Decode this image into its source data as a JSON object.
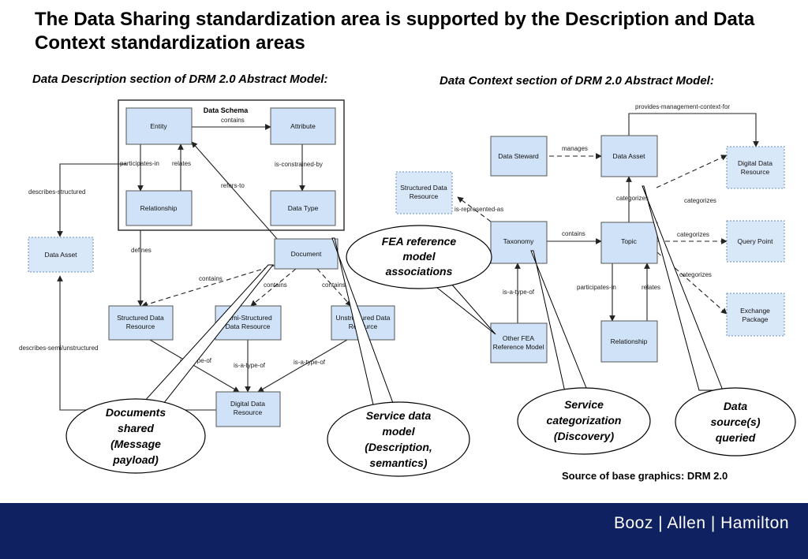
{
  "title": "The Data Sharing standardization area is supported by the Description and Data Context standardization areas",
  "left_subtitle": "Data Description section of DRM 2.0 Abstract Model:",
  "right_subtitle": "Data Context section of DRM 2.0 Abstract Model:",
  "source_note": "Source of base graphics: DRM 2.0",
  "footer": {
    "logo": "Booz | Allen | Hamilton"
  },
  "left_diagram": {
    "schema_label": "Data Schema",
    "nodes": {
      "entity": "Entity",
      "attribute": "Attribute",
      "relationship": "Relationship",
      "data_type": "Data Type",
      "data_asset": "Data Asset",
      "document": "Document",
      "structured": [
        "Structured Data",
        "Resource"
      ],
      "semi_structured": [
        "Semi-Structured",
        "Data Resource"
      ],
      "unstructured": [
        "Unstructured Data",
        "Resource"
      ],
      "digital": [
        "Digital Data",
        "Resource"
      ]
    },
    "edges": {
      "contains": "contains",
      "participates_in": "participates-in",
      "relates": "relates",
      "is_constrained_by": "is-constrained-by",
      "refers_to": "refers-to",
      "describes_structured": "describes-structured",
      "defines": "defines",
      "describes_semi": "describes-semi/unstructured",
      "is_a_type_of": "is-a-type-of"
    }
  },
  "right_diagram": {
    "nodes": {
      "data_steward": "Data Steward",
      "data_asset": "Data Asset",
      "digital": [
        "Digital Data",
        "Resource"
      ],
      "structured": [
        "Structured Data",
        "Resource"
      ],
      "taxonomy": "Taxonomy",
      "topic": "Topic",
      "query_point": "Query Point",
      "exchange": [
        "Exchange",
        "Package"
      ],
      "other_fea": [
        "Other FEA",
        "Reference Model"
      ],
      "relationship": "Relationship"
    },
    "edges": {
      "provides": "provides-management-context-for",
      "manages": "manages",
      "categorizes": "categorizes",
      "is_represented_as": "is-represented-as",
      "contains": "contains",
      "is_a_type_of": "is-a-type-of",
      "participates_in": "participates-in",
      "relates": "relates"
    }
  },
  "callouts": {
    "fea": [
      "FEA reference",
      "model",
      "associations"
    ],
    "documents": [
      "Documents",
      "shared",
      "(Message",
      "payload)"
    ],
    "service_data": [
      "Service data",
      "model",
      "(Description,",
      "semantics)"
    ],
    "service_cat": [
      "Service",
      "categorization",
      "(Discovery)"
    ],
    "data_source": [
      "Data",
      "source(s)",
      "queried"
    ]
  }
}
